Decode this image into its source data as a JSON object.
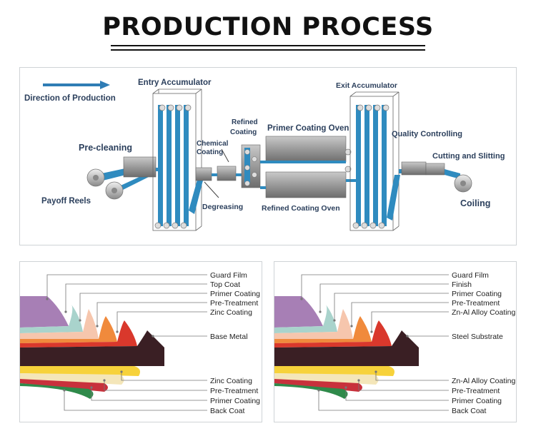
{
  "title": "PRODUCTION PROCESS",
  "process": {
    "direction": "Direction of Production",
    "entry_accumulator": "Entry Accumulator",
    "pre_cleaning": "Pre-cleaning",
    "payoff_reels": "Payoff Reels",
    "chemical_coating_1": "Chemical",
    "chemical_coating_2": "Coating",
    "refined_coating_1": "Refined",
    "refined_coating_2": "Coating",
    "degreasing": "Degreasing",
    "primer_coating_oven": "Primer Coating Oven",
    "refined_coating_oven": "Refined Coating Oven",
    "exit_accumulator": "Exit Accumulator",
    "quality_controlling": "Quality Controlling",
    "cutting_and_slitting": "Cutting and Slitting",
    "coiling": "Coiling"
  },
  "layers_left": {
    "top": [
      "Guard Film",
      "Top Coat",
      "Primer Coating",
      "Pre-Treatment",
      "Zinc Coating"
    ],
    "middle": "Base Metal",
    "bottom": [
      "Zinc Coating",
      "Pre-Treatment",
      "Primer Coating",
      "Back Coat"
    ]
  },
  "layers_right": {
    "top": [
      "Guard Film",
      "Finish",
      "Primer Coating",
      "Pre-Treatment",
      "Zn-Al Alloy Coating"
    ],
    "middle": "Steel Substrate",
    "bottom": [
      "Zn-Al Alloy Coating",
      "Pre-Treatment",
      "Primer Coating",
      "Back Coat"
    ]
  },
  "colors": {
    "strip": "#2f8bbf",
    "label": "#2b3f5c",
    "guard_film": "#a77fb5",
    "coat_teal": "#a9d3cc",
    "coat_peach": "#f6c6ad",
    "coat_orange": "#f08a3c",
    "coat_red": "#d9382c",
    "base_metal": "#3a1f24",
    "bottom_yellow": "#f7d23b",
    "bottom_cream": "#f4e6b9",
    "bottom_red": "#c8313c",
    "bottom_green": "#2f8a4a"
  }
}
